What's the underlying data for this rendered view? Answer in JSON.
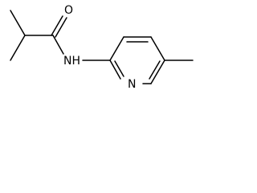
{
  "molecule": {
    "atoms": {
      "oxygen": "O",
      "amide_nitrogen": "NH",
      "ring_nitrogen": "N"
    }
  },
  "colors": {
    "bond": "#000000",
    "background": "#ffffff"
  }
}
